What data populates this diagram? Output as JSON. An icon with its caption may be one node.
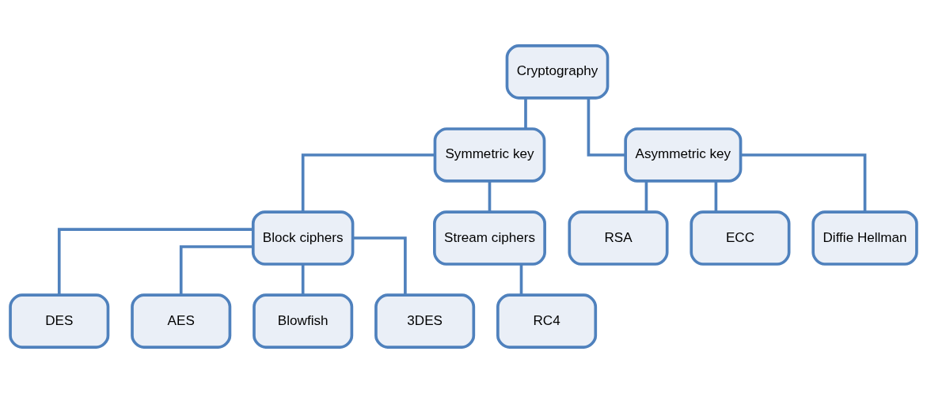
{
  "diagram": {
    "nodes": [
      {
        "text": [
          "Cryptography"
        ]
      },
      {
        "text": [
          "Symmetric key"
        ]
      },
      {
        "text": [
          "Asymmetric key"
        ]
      },
      {
        "text": [
          "Block ciphers"
        ]
      },
      {
        "text": [
          "Stream ciphers"
        ]
      },
      {
        "text": [
          "RSA"
        ]
      },
      {
        "text": [
          "ECC"
        ]
      },
      {
        "text": [
          "Diffie Hellman"
        ]
      },
      {
        "text": [
          "DES"
        ]
      },
      {
        "text": [
          "AES"
        ]
      },
      {
        "text": [
          "Blowfish"
        ]
      },
      {
        "text": [
          "3DES"
        ]
      },
      {
        "text": [
          "RC4"
        ]
      }
    ],
    "edges": [
      {
        "from": 0,
        "to": 1,
        "arrow": "none"
      },
      {
        "from": 0,
        "to": 2,
        "arrow": "none"
      },
      {
        "from": 1,
        "to": 3,
        "arrow": "none"
      },
      {
        "from": 1,
        "to": 4,
        "arrow": "none"
      },
      {
        "from": 2,
        "to": 5,
        "arrow": "none"
      },
      {
        "from": 2,
        "to": 6,
        "arrow": "none"
      },
      {
        "from": 2,
        "to": 7,
        "arrow": "none"
      },
      {
        "from": 3,
        "to": 8,
        "arrow": "none"
      },
      {
        "from": 3,
        "to": 9,
        "arrow": "none"
      },
      {
        "from": 3,
        "to": 10,
        "arrow": "none"
      },
      {
        "from": 3,
        "to": 11,
        "arrow": "none"
      },
      {
        "from": 4,
        "to": 12,
        "arrow": "none"
      }
    ]
  }
}
